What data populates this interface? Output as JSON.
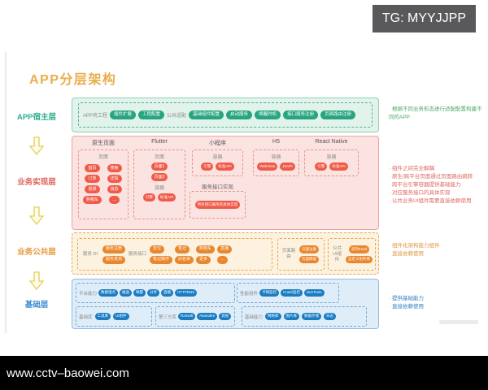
{
  "overlay": {
    "top_badge": "TG: MYYJJPP",
    "bottom_bar": "www.cctv–baowei.com"
  },
  "title": "APP分层架构",
  "rail": {
    "host": "APP宿主层",
    "impl": "业务实现层",
    "common": "业务公共层",
    "base": "基础层"
  },
  "host_layer": {
    "shell_label": "APP壳工程",
    "shell_buttons": [
      "插件扩展",
      "工程配置"
    ],
    "adapt_label": "公共适配",
    "adapt_buttons": [
      "基础组件配置",
      "启动服务",
      "唤醒时机",
      "接口服务注册",
      "页面路由注册"
    ]
  },
  "impl_layer": {
    "columns": {
      "native": {
        "title": "原生页面",
        "group_label": "页面",
        "buttons": [
          "首页",
          "搜索",
          "订单",
          "详情",
          "视频",
          "消息",
          "购物车",
          "…"
        ]
      },
      "flutter": {
        "title": "Flutter",
        "page_label": "页面",
        "pages": [
          "页面1",
          "页面2"
        ],
        "container_label": "容器",
        "container_buttons": [
          "引擎",
          "标准API"
        ]
      },
      "miniapp": {
        "title": "小程序",
        "container_label": "容器",
        "container_buttons": [
          "引擎",
          "标准API"
        ]
      },
      "h5": {
        "title": "H5",
        "container_label": "容器",
        "container_buttons": [
          "WebView",
          "JSAPI"
        ]
      },
      "rn": {
        "title": "React Native",
        "container_label": "容器",
        "container_buttons": [
          "引擎",
          "标准API"
        ]
      }
    },
    "service_impl": {
      "title": "服务接口实现",
      "button": "所有接口服务的具体实现"
    }
  },
  "common_layer": {
    "service_di": {
      "label": "服务 DI",
      "buttons": [
        "服务注册",
        "服务发现"
      ]
    },
    "service_api": {
      "label": "服务接口",
      "buttons": [
        "支付",
        "笔记",
        "购物车",
        "直播",
        "笔记操作",
        "白名单",
        "更多",
        "…"
      ]
    },
    "routing": {
      "label": "页面路由",
      "buttons": [
        "页面注册",
        "页面降级"
      ]
    },
    "ui": {
      "label": "公共UI组件",
      "buttons": [
        "双列Feed",
        "自定义组件库"
      ]
    }
  },
  "base_layer": {
    "platform": {
      "label": "平台能力",
      "buttons": [
        "数据埋点",
        "推送",
        "唤醒",
        "分享",
        "直播",
        "HTTPDNS"
      ]
    },
    "perf": {
      "label": "性能组件",
      "buttons": [
        "卡顿监控",
        "Crash监控",
        "DevTools"
      ]
    },
    "libs": {
      "label": "基础库",
      "buttons": [
        "工具库",
        "UI组件"
      ]
    },
    "third": {
      "label": "第三方库",
      "buttons": [
        "RxSwift",
        "Alamofire",
        "其他"
      ]
    },
    "caps": {
      "label": "基础能力",
      "buttons": [
        "网络库",
        "图片库",
        "数据存储",
        "日志"
      ]
    }
  },
  "notes": {
    "host": "根据不同业务形态进行适配配置构建不同的APP",
    "impl": [
      "组件之间完全解耦",
      "原生/跨平台页面通过页面路由跳转",
      "跨平台引擎容器提供基础能力",
      "对应服务接口的具体实现",
      "公共业务UI组件需要直接依赖使用"
    ],
    "common": [
      "组件化架构能力组件",
      "直接依赖使用"
    ],
    "base": [
      "提供基础能力",
      "直接依赖使用"
    ]
  },
  "colors": {
    "host_accent": "#27A581",
    "impl_accent": "#F05B49",
    "common_accent": "#E8872E",
    "base_accent": "#1A7CC2",
    "title_accent": "#E9AE4B"
  }
}
